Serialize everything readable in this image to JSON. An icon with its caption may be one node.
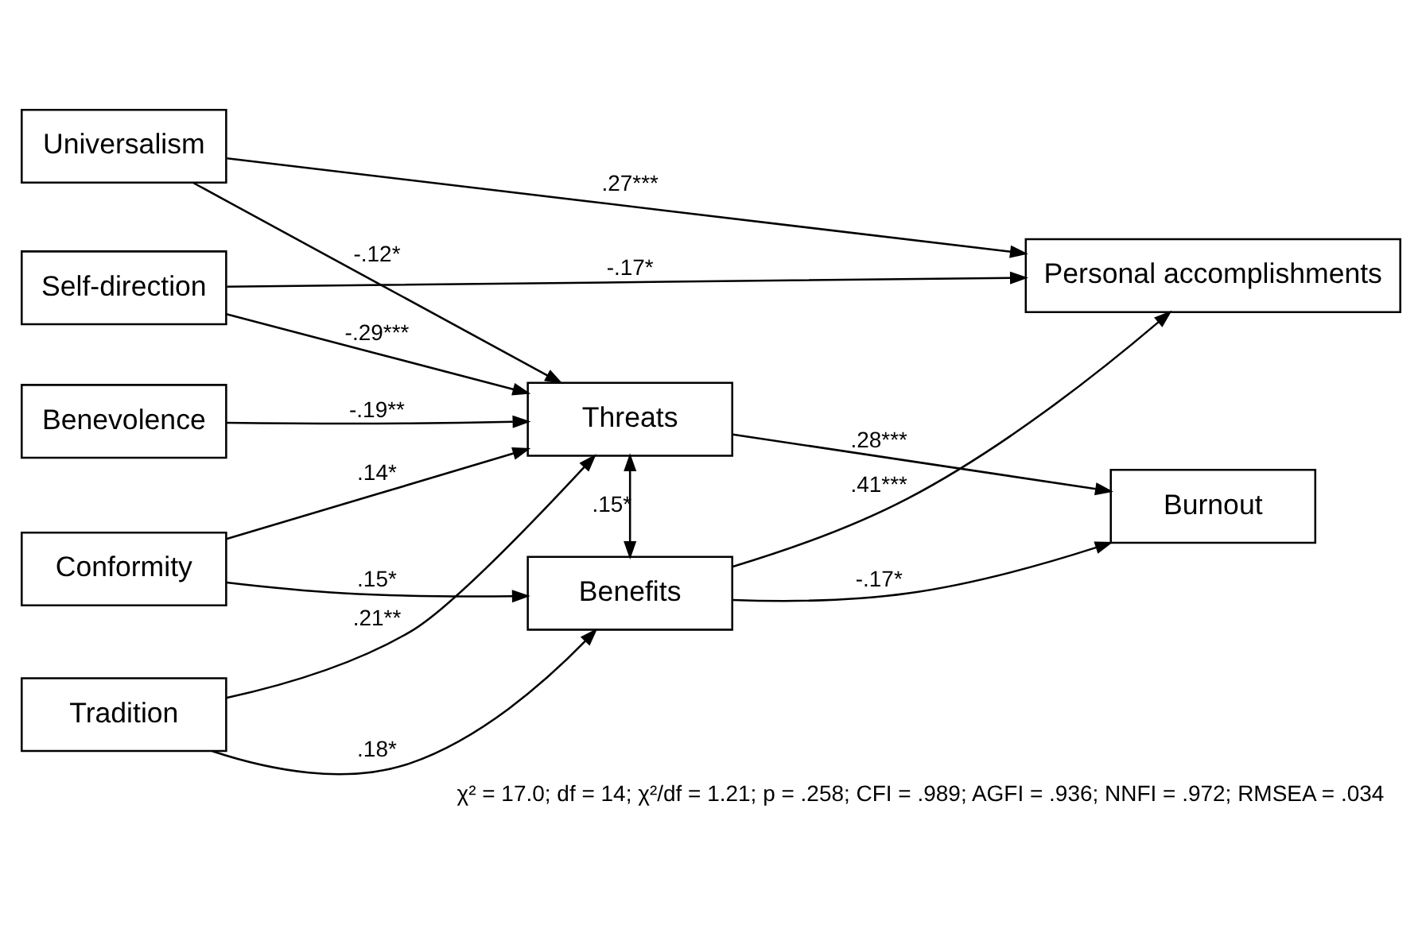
{
  "diagram": {
    "caption": "χ² = 17.0; df = 14; χ²/df = 1.21; p = .258; CFI = .989; AGFI = .936; NNFI = .972; RMSEA = .034",
    "nodes": [
      {
        "text": [
          "Benevolence"
        ]
      },
      {
        "text": [
          "Self-direction"
        ]
      },
      {
        "text": [
          "Tradition"
        ]
      },
      {
        "text": [
          "Conformity"
        ]
      },
      {
        "text": [
          "Universalism"
        ]
      },
      {
        "text": [
          "Threats"
        ]
      },
      {
        "text": [
          "Benefits"
        ]
      },
      {
        "text": [
          "Burnout"
        ]
      },
      {
        "text": [
          "Personal accomplishments"
        ]
      }
    ],
    "edges": [
      {
        "from": 0,
        "to": 5,
        "arrow": "to",
        "label": "-.19**"
      },
      {
        "from": 1,
        "to": 5,
        "arrow": "to",
        "label": "-.29***"
      },
      {
        "from": 2,
        "to": 5,
        "arrow": "to",
        "label": ".21**"
      },
      {
        "from": 3,
        "to": 5,
        "arrow": "to",
        "label": ".14*"
      },
      {
        "from": 4,
        "to": 5,
        "arrow": "to",
        "label": "-.12*"
      },
      {
        "from": 2,
        "to": 6,
        "arrow": "to",
        "label": ".18*"
      },
      {
        "from": 3,
        "to": 6,
        "arrow": "to",
        "label": ".15*"
      },
      {
        "from": 1,
        "to": 8,
        "arrow": "to",
        "label": "-.17*"
      },
      {
        "from": 5,
        "to": 7,
        "arrow": "to",
        "label": ".28***"
      },
      {
        "from": 5,
        "to": 6,
        "arrow": "both",
        "label": ".15*"
      },
      {
        "from": 6,
        "to": 7,
        "arrow": "to",
        "label": "-.17*"
      },
      {
        "from": 6,
        "to": 8,
        "arrow": "to",
        "label": ".41***"
      },
      {
        "from": 4,
        "to": 8,
        "arrow": "to",
        "label": ".27***"
      }
    ]
  }
}
